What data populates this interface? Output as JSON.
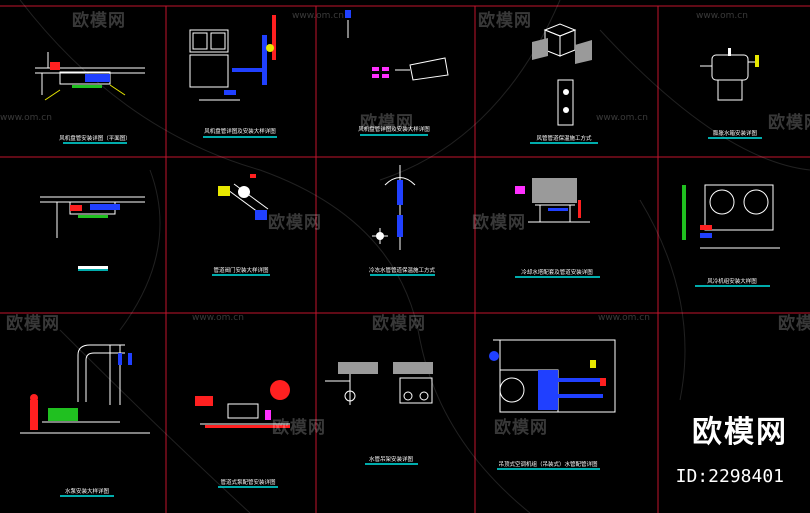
{
  "watermark": {
    "text": "欧模网",
    "url": "www.om.cn"
  },
  "brand": {
    "name": "欧模网",
    "id": "ID:2298401"
  },
  "colors": {
    "grid": "#c0142c",
    "caption": "#00e5e5",
    "pipe_blue": "#2040ff",
    "pipe_red": "#ff2020",
    "green": "#20c020",
    "yellow": "#e8e800",
    "magenta": "#ff30ff",
    "white": "#ffffff"
  },
  "panels": [
    {
      "id": "p11",
      "caption": "风机盘管安装详图（平面图）"
    },
    {
      "id": "p12",
      "caption": "风机盘管详图及安装大样详图"
    },
    {
      "id": "p13",
      "caption": "风机盘管详图及安装大样详图"
    },
    {
      "id": "p14",
      "caption": "风管管道保温施工方式"
    },
    {
      "id": "p15",
      "caption": "膨胀水箱安装详图"
    },
    {
      "id": "p21",
      "caption": ""
    },
    {
      "id": "p22",
      "caption": "管道阀门安装大样详图"
    },
    {
      "id": "p23",
      "caption": "冷冻水管管道保温施工方式"
    },
    {
      "id": "p24",
      "caption": "冷却水塔配套及管道安装详图"
    },
    {
      "id": "p25",
      "caption": "风冷机组安装大样图"
    },
    {
      "id": "p31",
      "caption": "水泵安装大样详图"
    },
    {
      "id": "p32",
      "caption": "管道式泵配管安装详图"
    },
    {
      "id": "p33",
      "caption": "水管吊架安装详图"
    },
    {
      "id": "p34",
      "caption": "吊顶式空调机组（吊装式）水管配管详图"
    }
  ]
}
